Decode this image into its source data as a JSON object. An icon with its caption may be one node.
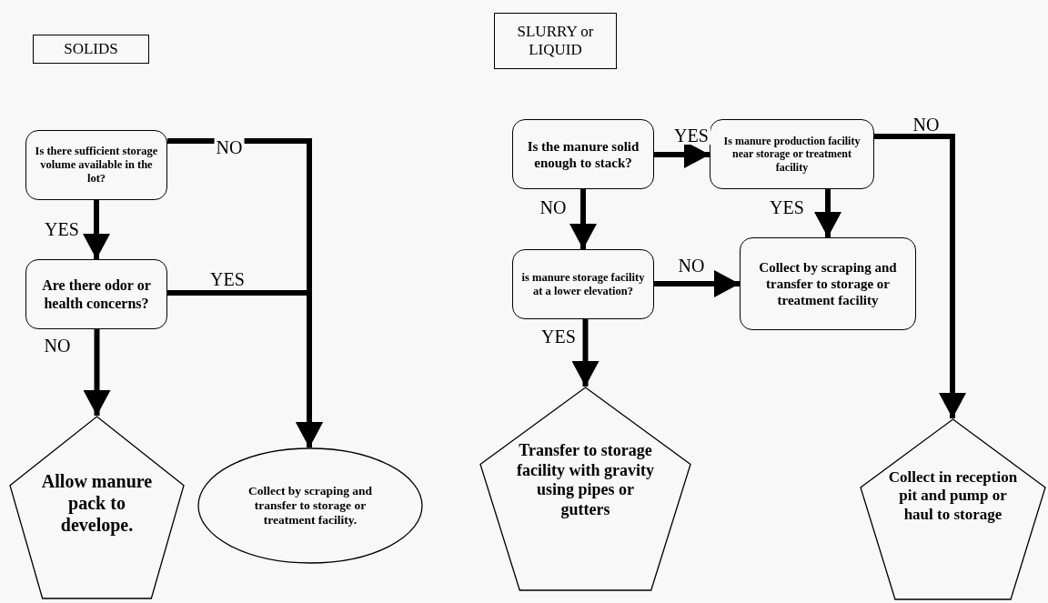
{
  "diagram": {
    "nodes": [
      {
        "text": [
          "SOLIDS"
        ]
      },
      {
        "text": [
          "SLURRY or LIQUID"
        ]
      },
      {
        "text": [
          "Is there sufficient storage volume available in the lot?"
        ]
      },
      {
        "text": [
          "Are there odor or health concerns?"
        ]
      },
      {
        "text": [
          "Allow manure pack to develope."
        ]
      },
      {
        "text": [
          "Collect by scraping and transfer to storage or treatment facility."
        ]
      },
      {
        "text": [
          "Is the manure solid enough to stack?"
        ]
      },
      {
        "text": [
          "Is manure production facility near storage or treatment facility"
        ]
      },
      {
        "text": [
          "is manure storage facility at a lower elevation?"
        ]
      },
      {
        "text": [
          "Collect by scraping and transfer to storage or treatment facility"
        ]
      },
      {
        "text": [
          "Transfer to storage facility with gravity using pipes or gutters"
        ]
      },
      {
        "text": [
          "Collect in reception pit and pump or haul to storage"
        ]
      }
    ],
    "edges": [
      {
        "from": 2,
        "to": 5,
        "arrow": "to",
        "label": "NO"
      },
      {
        "from": 2,
        "to": 3,
        "arrow": "to",
        "label": "YES"
      },
      {
        "from": 3,
        "to": 5,
        "arrow": "to",
        "label": "YES"
      },
      {
        "from": 3,
        "to": 4,
        "arrow": "to",
        "label": "NO"
      },
      {
        "from": 6,
        "to": 7,
        "arrow": "to",
        "label": "YES"
      },
      {
        "from": 6,
        "to": 8,
        "arrow": "to",
        "label": "NO"
      },
      {
        "from": 7,
        "to": 9,
        "arrow": "to",
        "label": "YES"
      },
      {
        "from": 8,
        "to": 9,
        "arrow": "to",
        "label": "NO"
      },
      {
        "from": 8,
        "to": 10,
        "arrow": "to",
        "label": "YES"
      },
      {
        "from": 7,
        "to": 11,
        "arrow": "to",
        "label": "NO"
      }
    ]
  }
}
